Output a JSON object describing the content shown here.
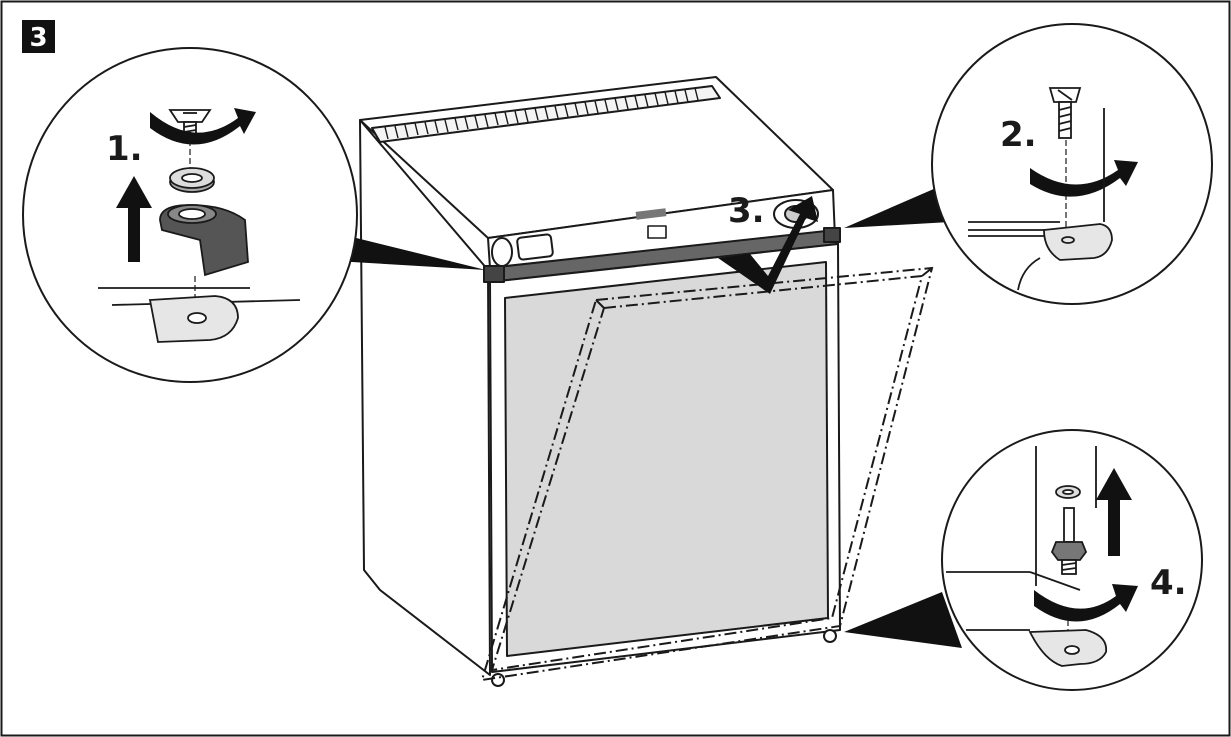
{
  "figure": {
    "number": "3"
  },
  "steps": [
    {
      "id": "step-1",
      "label": "1."
    },
    {
      "id": "step-2",
      "label": "2."
    },
    {
      "id": "step-3",
      "label": "3."
    },
    {
      "id": "step-4",
      "label": "4."
    }
  ],
  "colors": {
    "line": "#1a1a1a",
    "door_panel": "#d9d9d9",
    "hinge_dark": "#555555",
    "cabinet": "#ffffff",
    "callout_wedge": "#111111"
  }
}
